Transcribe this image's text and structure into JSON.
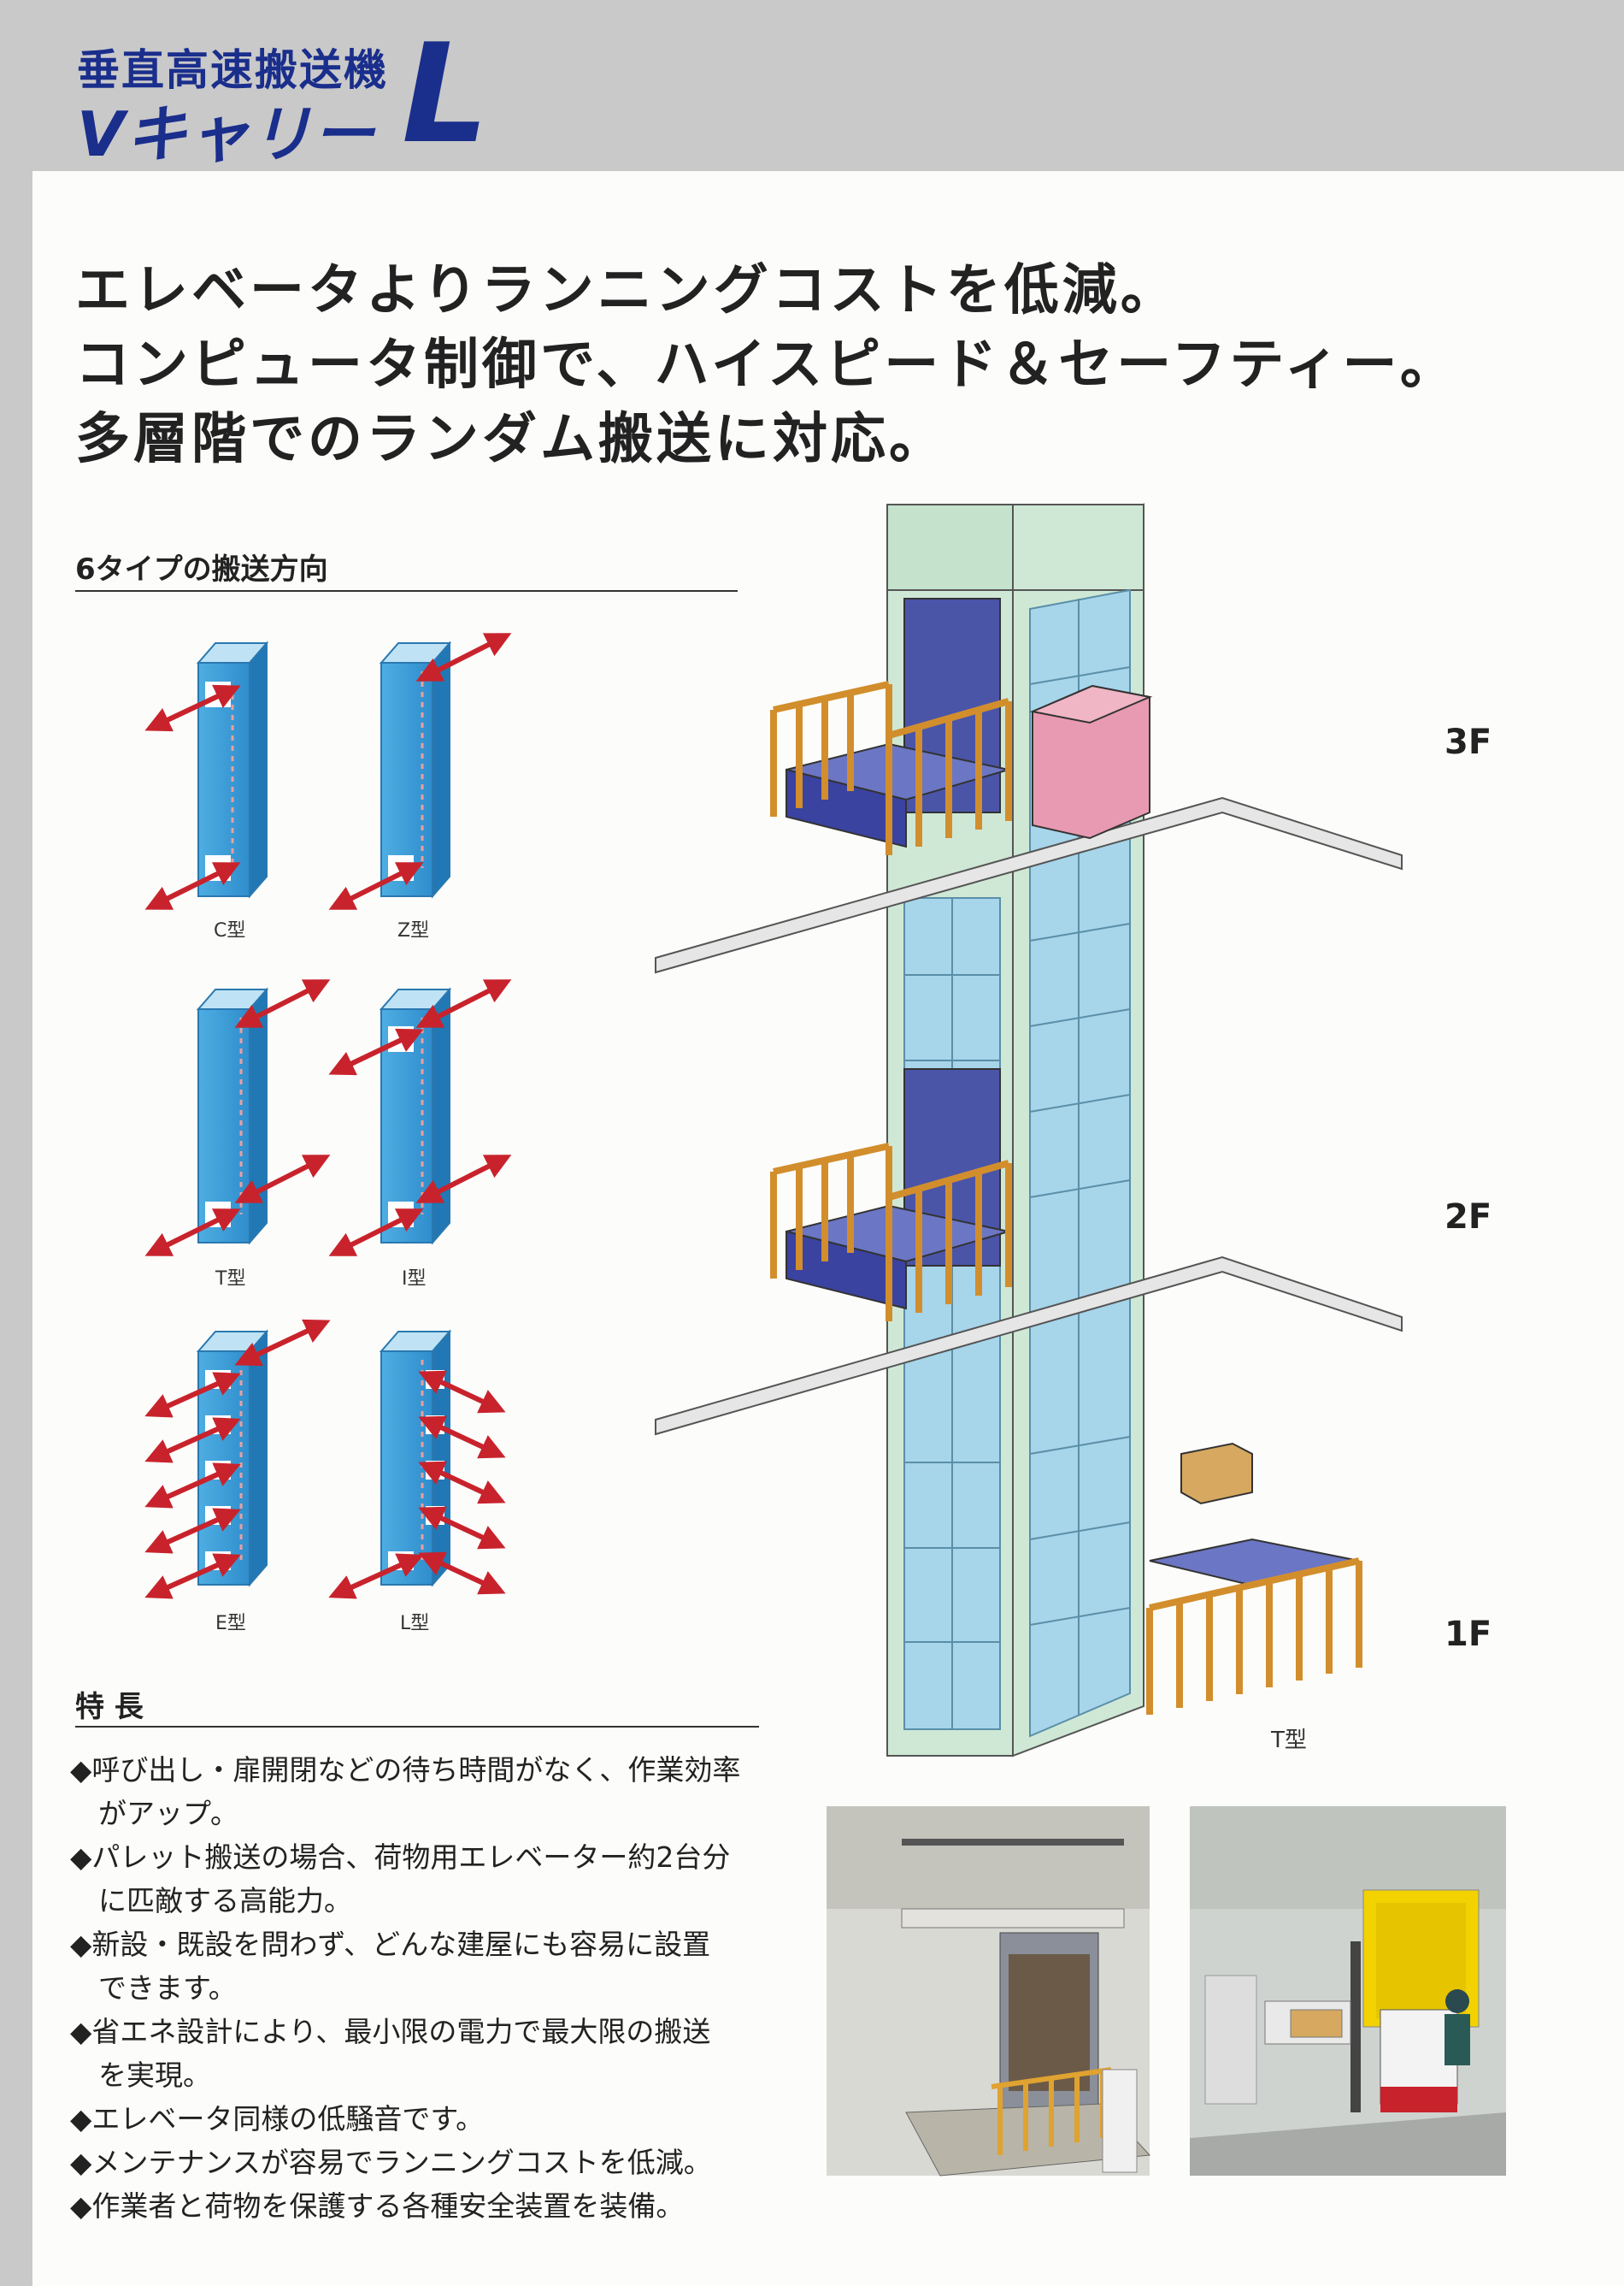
{
  "header": {
    "subtitle": "垂直高速搬送機",
    "product_name": "Vキャリー",
    "model_letter": "L"
  },
  "headline": {
    "lines": [
      "エレベータよりランニングコストを低減。",
      "コンピュータ制御で、ハイスピード＆セーフティー。",
      "多層階でのランダム搬送に対応。"
    ]
  },
  "transport_types": {
    "title": "6タイプの搬送方向",
    "types": [
      "C型",
      "Z型",
      "T型",
      "I型",
      "E型",
      "L型"
    ]
  },
  "illustration": {
    "floors": [
      "3F",
      "2F",
      "1F"
    ],
    "caption": "T型"
  },
  "features": {
    "title": "特 長",
    "lines": [
      "◆呼び出し・扉開閉などの待ち時間がなく、作業効率",
      "　がアップ。",
      "◆パレット搬送の場合、荷物用エレベーター約2台分",
      "　に匹敵する高能力。",
      "◆新設・既設を問わず、どんな建屋にも容易に設置",
      "　できます。",
      "◆省エネ設計により、最小限の電力で最大限の搬送",
      "　を実現。",
      "◆エレベータ同様の低騒音です。",
      "◆メンテナンスが容易でランニングコストを低減。",
      "◆作業者と荷物を保護する各種安全装置を装備。"
    ]
  },
  "colors": {
    "brand_blue": "#1a2e8c",
    "column_blue": "#3f9fd8",
    "arrow_red": "#c8232c",
    "shaft_green": "#cfe8d6",
    "cabinet_pink": "#e89ab2"
  }
}
